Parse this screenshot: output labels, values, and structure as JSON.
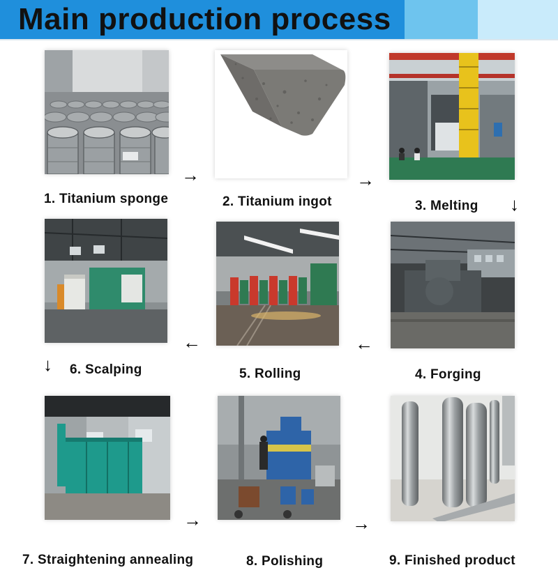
{
  "header": {
    "title": "Main production process"
  },
  "steps": [
    {
      "label": "1.  Titanium sponge"
    },
    {
      "label": "2.  Titanium ingot"
    },
    {
      "label": "3.  Melting"
    },
    {
      "label": "4.  Forging"
    },
    {
      "label": "5.  Rolling"
    },
    {
      "label": "6.  Scalping"
    },
    {
      "label": "7.  Straightening annealing"
    },
    {
      "label": "8.  Polishing"
    },
    {
      "label": "9.  Finished product"
    }
  ],
  "arrows": {
    "right": "→",
    "left": "←",
    "down": "↓"
  },
  "colors": {
    "banner": "#1f8fdc",
    "banner_mid": "#6ec4ee",
    "banner_light": "#c9ebfb"
  }
}
